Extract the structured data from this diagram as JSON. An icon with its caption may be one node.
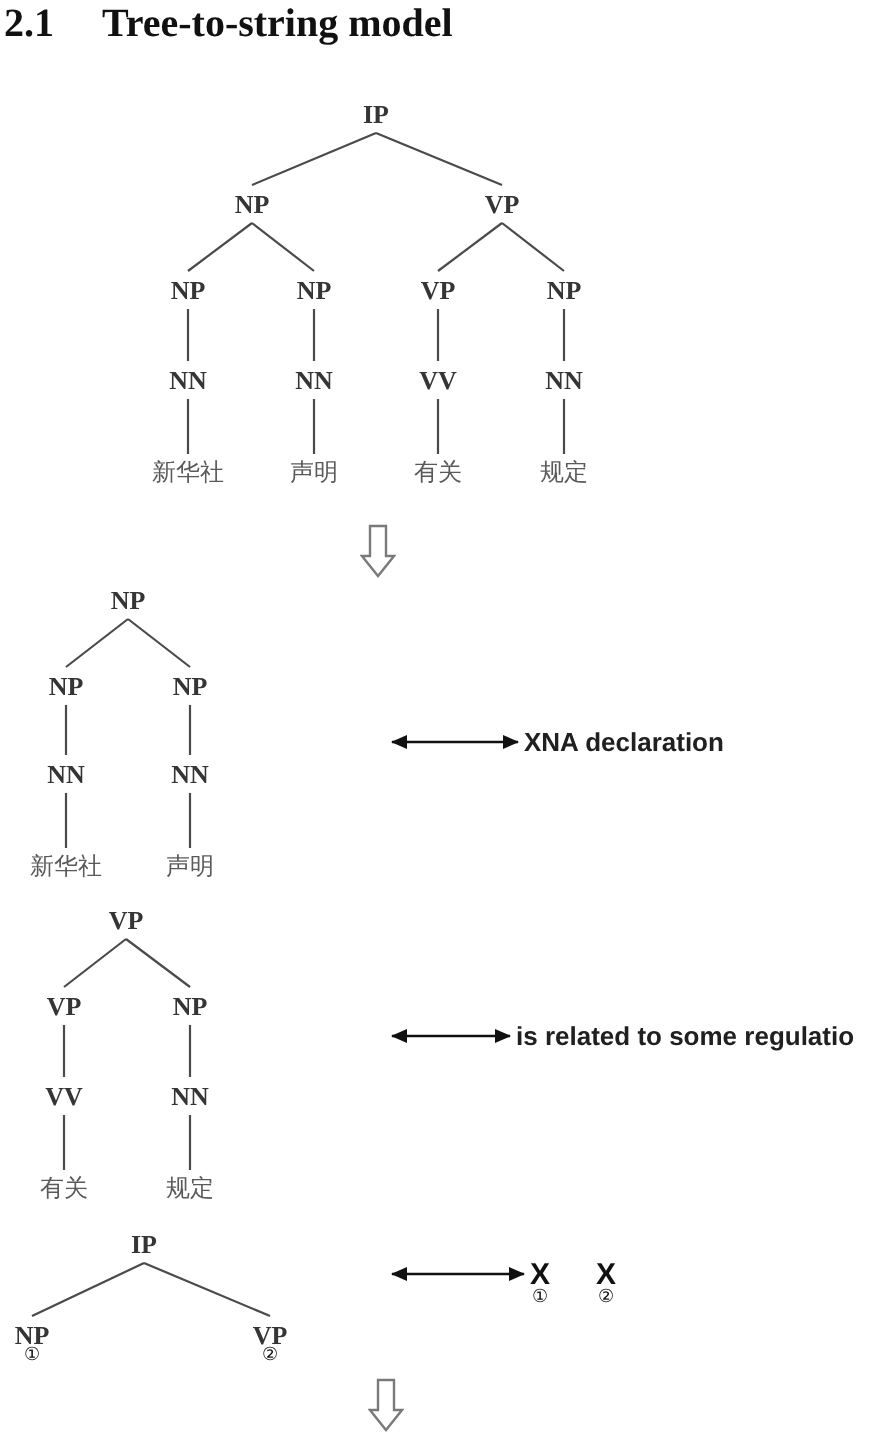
{
  "diagram": {
    "title": "2.1 Tree-to-string model",
    "nodes": [
      {
        "text": [
          "IP"
        ]
      },
      {
        "text": [
          "NP"
        ]
      },
      {
        "text": [
          "VP"
        ]
      },
      {
        "text": [
          "NP"
        ]
      },
      {
        "text": [
          "NP"
        ]
      },
      {
        "text": [
          "VP"
        ]
      },
      {
        "text": [
          "NP"
        ]
      },
      {
        "text": [
          "NN"
        ]
      },
      {
        "text": [
          "NN"
        ]
      },
      {
        "text": [
          "VV"
        ]
      },
      {
        "text": [
          "NN"
        ]
      },
      {
        "text": [
          "新华社"
        ]
      },
      {
        "text": [
          "声明"
        ]
      },
      {
        "text": [
          "有关"
        ]
      },
      {
        "text": [
          "规定"
        ]
      },
      {
        "text": [
          "NP"
        ]
      },
      {
        "text": [
          "NP"
        ]
      },
      {
        "text": [
          "NP"
        ]
      },
      {
        "text": [
          "NN"
        ]
      },
      {
        "text": [
          "NN"
        ]
      },
      {
        "text": [
          "新华社"
        ]
      },
      {
        "text": [
          "声明"
        ]
      },
      {
        "text": [
          "XNA declaration"
        ]
      },
      {
        "text": [
          "VP"
        ]
      },
      {
        "text": [
          "VP"
        ]
      },
      {
        "text": [
          "NP"
        ]
      },
      {
        "text": [
          "VV"
        ]
      },
      {
        "text": [
          "NN"
        ]
      },
      {
        "text": [
          "有关"
        ]
      },
      {
        "text": [
          "规定"
        ]
      },
      {
        "text": [
          "is related to some regulatio"
        ]
      },
      {
        "text": [
          "IP"
        ]
      },
      {
        "text": [
          "NP",
          "①"
        ]
      },
      {
        "text": [
          "VP",
          "②"
        ]
      },
      {
        "text": [
          "X",
          "①"
        ]
      },
      {
        "text": [
          "X",
          "②"
        ]
      }
    ],
    "edges": [
      {
        "from": 0,
        "to": 1,
        "arrow": "none"
      },
      {
        "from": 0,
        "to": 2,
        "arrow": "none"
      },
      {
        "from": 1,
        "to": 3,
        "arrow": "none"
      },
      {
        "from": 1,
        "to": 4,
        "arrow": "none"
      },
      {
        "from": 2,
        "to": 5,
        "arrow": "none"
      },
      {
        "from": 2,
        "to": 6,
        "arrow": "none"
      },
      {
        "from": 3,
        "to": 7,
        "arrow": "none"
      },
      {
        "from": 4,
        "to": 8,
        "arrow": "none"
      },
      {
        "from": 5,
        "to": 9,
        "arrow": "none"
      },
      {
        "from": 6,
        "to": 10,
        "arrow": "none"
      },
      {
        "from": 7,
        "to": 11,
        "arrow": "none"
      },
      {
        "from": 8,
        "to": 12,
        "arrow": "none"
      },
      {
        "from": 9,
        "to": 13,
        "arrow": "none"
      },
      {
        "from": 10,
        "to": 14,
        "arrow": "none"
      },
      {
        "from": 15,
        "to": 16,
        "arrow": "none"
      },
      {
        "from": 15,
        "to": 17,
        "arrow": "none"
      },
      {
        "from": 16,
        "to": 18,
        "arrow": "none"
      },
      {
        "from": 17,
        "to": 19,
        "arrow": "none"
      },
      {
        "from": 18,
        "to": 20,
        "arrow": "none"
      },
      {
        "from": 19,
        "to": 21,
        "arrow": "none"
      },
      {
        "from": null,
        "to": 22,
        "arrow": "both"
      },
      {
        "from": 23,
        "to": 24,
        "arrow": "none"
      },
      {
        "from": 23,
        "to": 25,
        "arrow": "none"
      },
      {
        "from": 24,
        "to": 26,
        "arrow": "none"
      },
      {
        "from": 25,
        "to": 27,
        "arrow": "none"
      },
      {
        "from": 26,
        "to": 28,
        "arrow": "none"
      },
      {
        "from": 27,
        "to": 29,
        "arrow": "none"
      },
      {
        "from": null,
        "to": 30,
        "arrow": "both"
      },
      {
        "from": 31,
        "to": 32,
        "arrow": "none"
      },
      {
        "from": 31,
        "to": 33,
        "arrow": "none"
      },
      {
        "from": null,
        "to": 34,
        "arrow": "both"
      }
    ]
  }
}
